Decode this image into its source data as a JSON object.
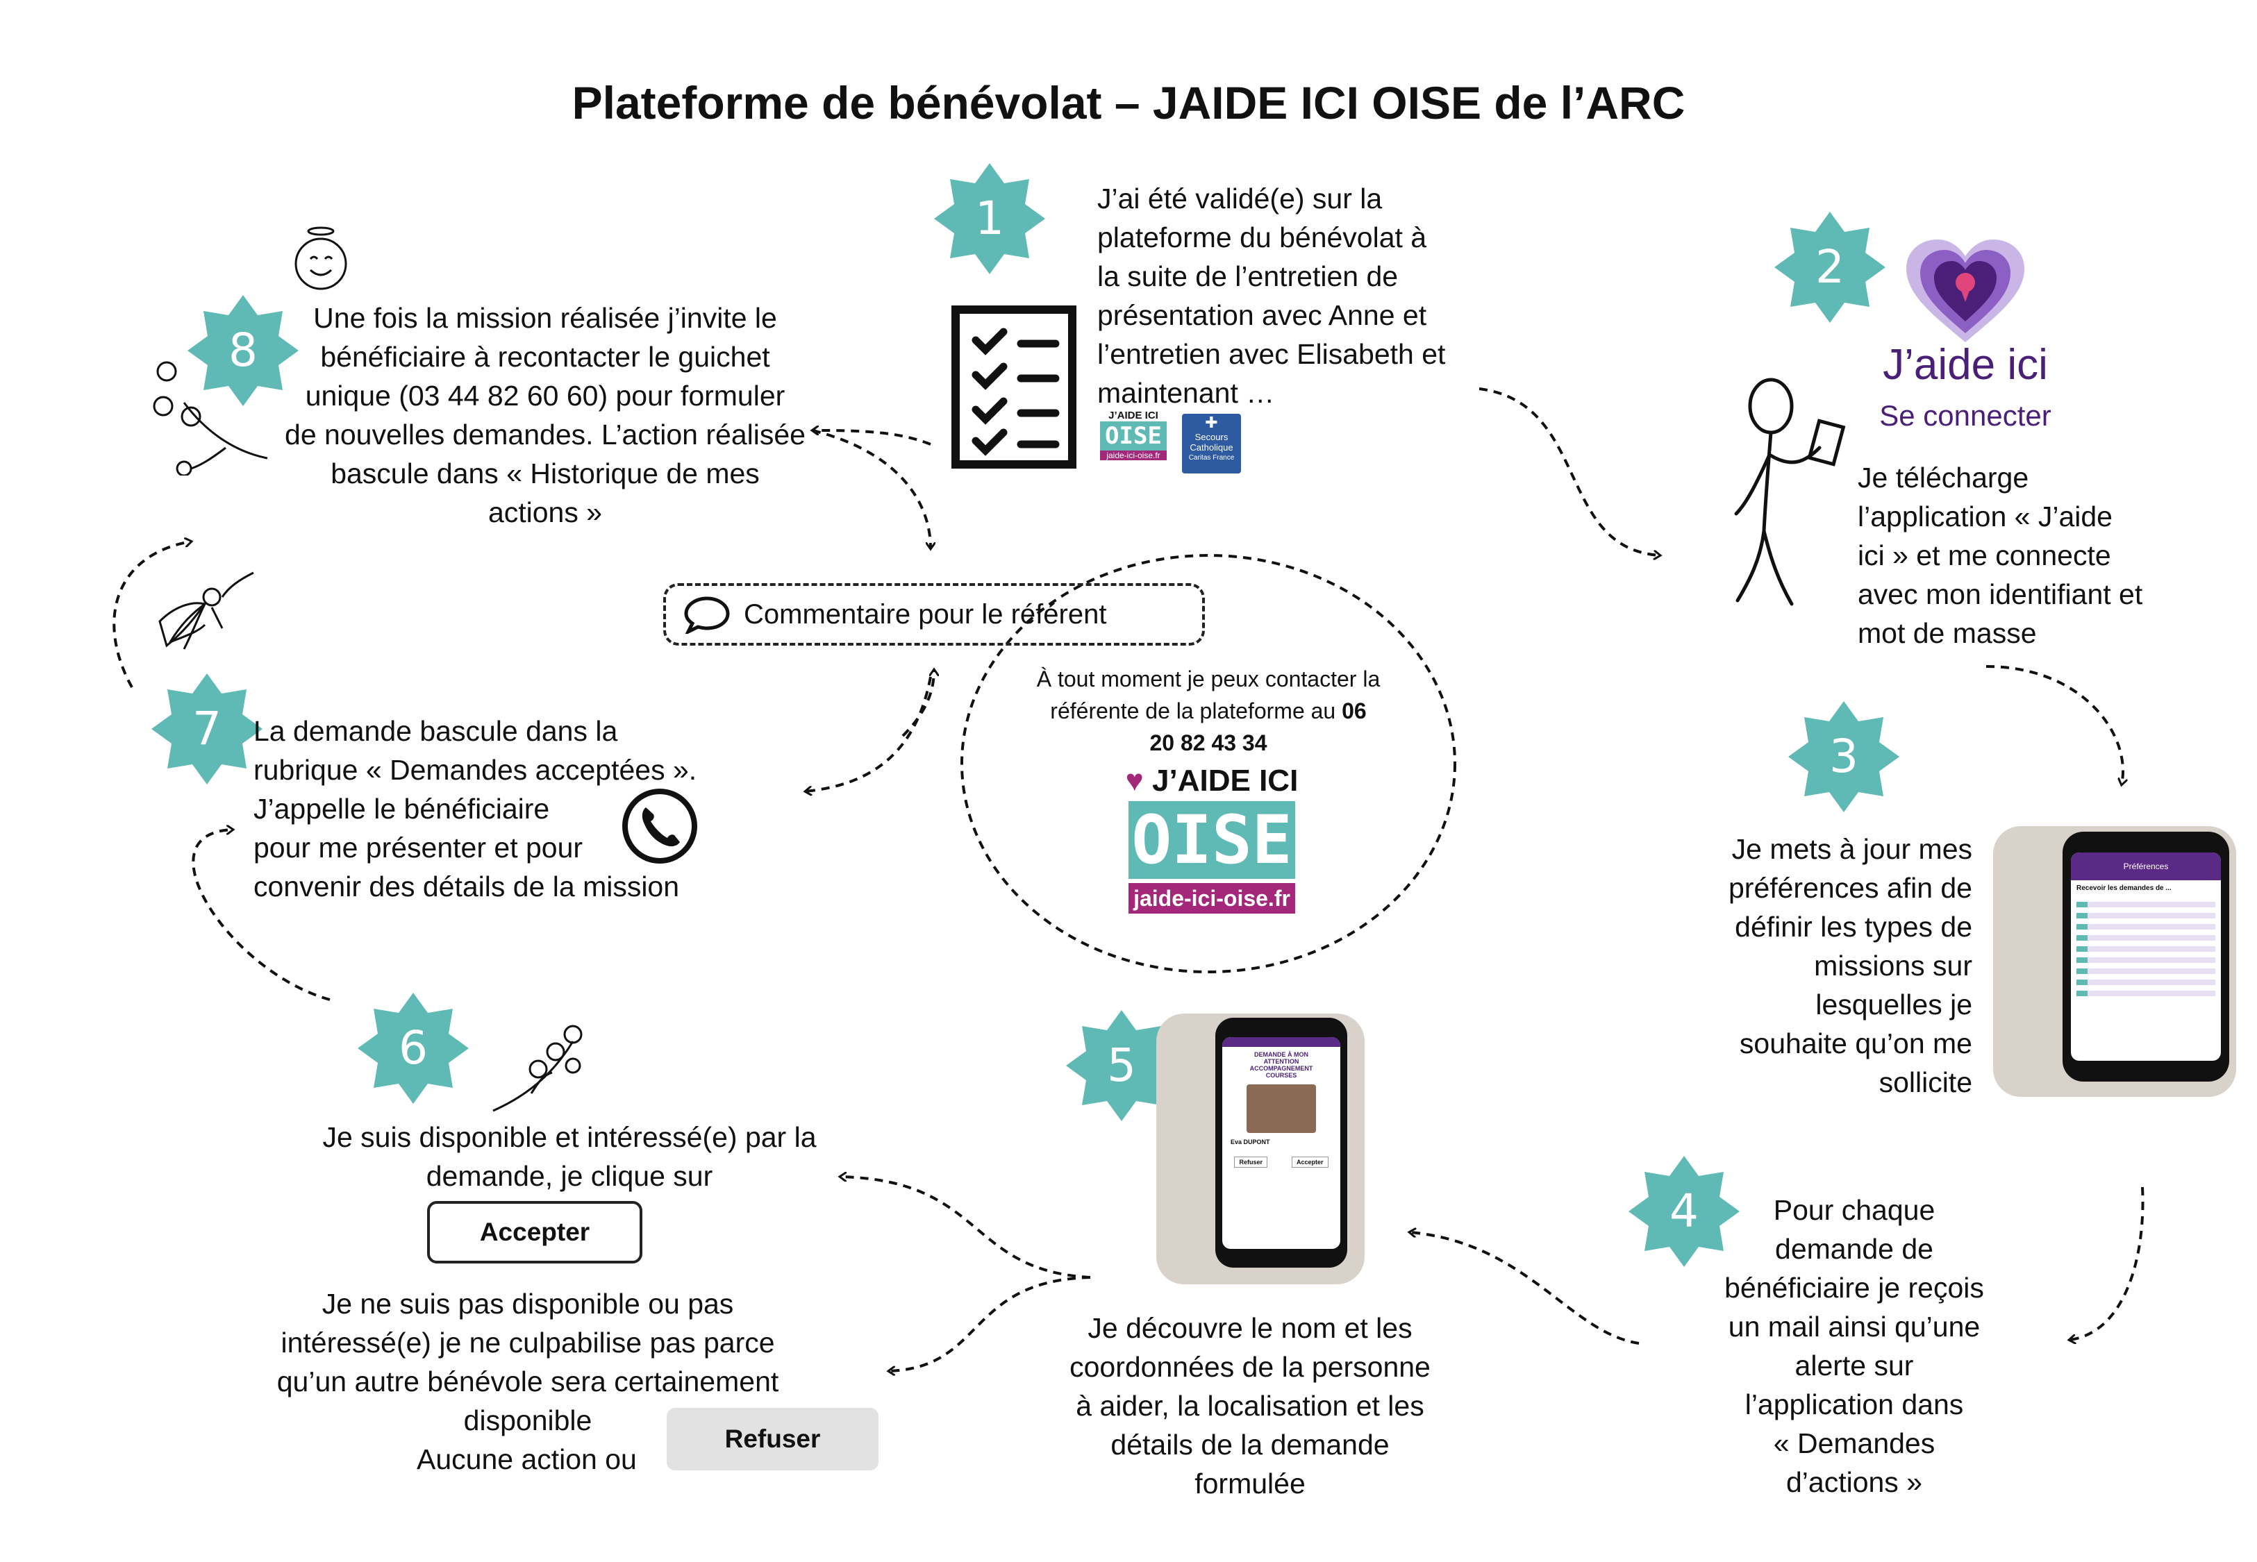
{
  "title": "Plateforme de bénévolat – JAIDE ICI OISE de l’ARC",
  "colors": {
    "badge": "#5fb9b4",
    "accent_purple": "#5b2a86",
    "logo_pink": "#a3287a",
    "text": "#111111"
  },
  "steps": [
    {
      "num": "1",
      "lines": [
        "J’ai été validé(e) sur la",
        "plateforme du bénévolat à",
        "la suite de l’entretien de",
        "présentation avec Anne et",
        "l’entretien avec Elisabeth et",
        "maintenant …"
      ]
    },
    {
      "num": "2",
      "lines": [
        "Je télécharge",
        "l’application « J’aide",
        "ici » et me connecte",
        "avec mon identifiant et",
        "mot de masse"
      ]
    },
    {
      "num": "3",
      "lines": [
        "Je mets à jour mes",
        "préférences afin de",
        "définir les types de",
        "missions sur",
        "lesquelles je",
        "souhaite qu’on me",
        "sollicite"
      ]
    },
    {
      "num": "4",
      "lines": [
        "Pour chaque",
        "demande de",
        "bénéficiaire je reçois",
        "un mail ainsi qu’une",
        "alerte sur",
        "l’application dans",
        "« Demandes",
        "d’actions »"
      ]
    },
    {
      "num": "5",
      "lines": [
        "Je découvre le nom et les",
        "coordonnées de la personne",
        "à aider, la localisation et les",
        "détails de la demande",
        "formulée"
      ]
    },
    {
      "num": "6",
      "lines_accept": [
        "Je suis disponible et intéressé(e) par la",
        "demande, je clique sur"
      ],
      "lines_refuse": [
        "Je ne suis pas disponible ou pas",
        "intéressé(e) je ne culpabilise pas parce",
        "qu’un autre bénévole sera certainement",
        "disponible",
        "Aucune action ou"
      ]
    },
    {
      "num": "7",
      "lines": [
        "La demande bascule dans la",
        "rubrique « Demandes acceptées ».",
        "J’appelle le bénéficiaire",
        "pour me présenter et pour",
        "convenir des détails de la mission"
      ]
    },
    {
      "num": "8",
      "lines": [
        "Une fois la mission réalisée j’invite le",
        "bénéficiaire à recontacter le guichet",
        "unique (03 44 82 60 60) pour formuler",
        "de nouvelles demandes. L’action réalisée",
        "bascule dans « Historique de mes",
        "actions »"
      ]
    }
  ],
  "buttons": {
    "accept": "Accepter",
    "refuse": "Refuser"
  },
  "comment": {
    "label": "Commentaire pour le référent",
    "icon": "speech-bubble-icon"
  },
  "contact": {
    "line1": "À tout moment je peux contacter la",
    "line2": "référente de la plateforme au",
    "phone_a": "06",
    "phone_b": "20 82 43 34"
  },
  "logo_oise": {
    "top": "J’AIDE ICI",
    "main": "OISE",
    "url": "jaide-ici-oise.fr"
  },
  "logo_secours": {
    "line1": "Secours",
    "line2": "Catholique",
    "line3": "Caritas France"
  },
  "app_logo": {
    "name": "J’aide ici",
    "connect": "Se connecter"
  },
  "phone3": {
    "header": "Préférences",
    "subheader": "Recevoir les demandes de ..."
  },
  "phone5": {
    "lines": [
      "DEMANDE À MON",
      "ATTENTION",
      "ACCOMPAGNEMENT",
      "COURSES"
    ],
    "person": "Eva DUPONT",
    "refuse": "Refuser",
    "accept": "Accepter"
  },
  "icons": [
    "smiley-icon",
    "checklist-icon",
    "stick-figure-icon",
    "phone-call-icon",
    "superhero-icon",
    "flower-branch-icon",
    "heart-pin-icon"
  ]
}
